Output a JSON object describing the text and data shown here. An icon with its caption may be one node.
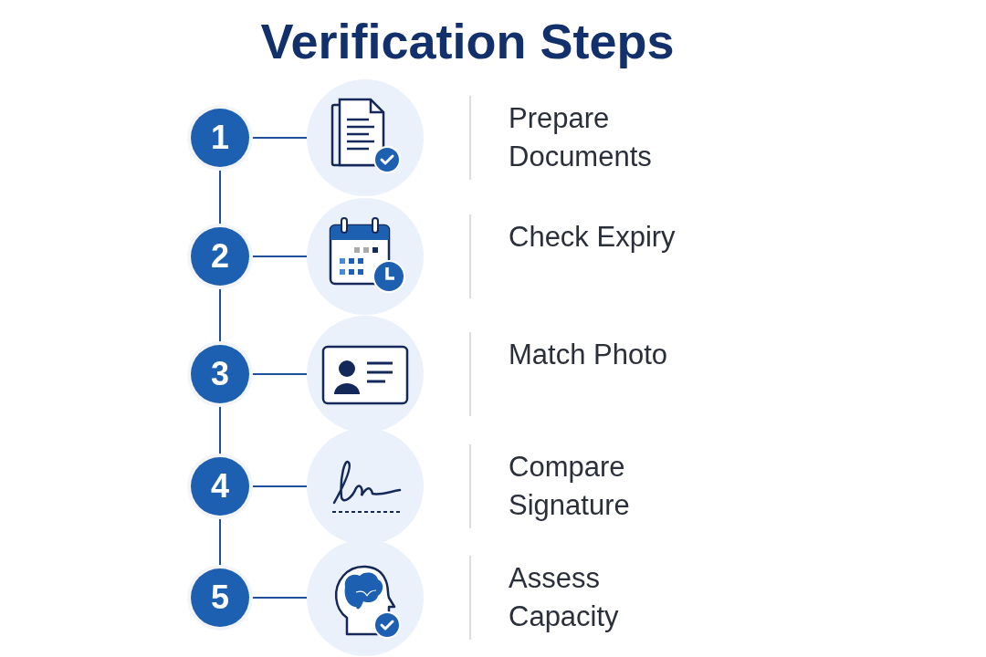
{
  "diagram": {
    "title": "Verification Steps",
    "nodes": [
      {
        "text": [
          "1"
        ]
      },
      {
        "text": [],
        "shape": "circle"
      },
      {
        "text": [
          "2"
        ]
      },
      {
        "text": [],
        "shape": "circle"
      },
      {
        "text": [
          "3"
        ]
      },
      {
        "text": [],
        "shape": "circle"
      },
      {
        "text": [
          "4"
        ]
      },
      {
        "text": [],
        "shape": "circle"
      },
      {
        "text": [
          "5"
        ]
      },
      {
        "text": [],
        "shape": "circle"
      }
    ],
    "edges": [
      {
        "from": 0,
        "to": 1,
        "arrow": "none"
      },
      {
        "from": 0,
        "to": 2,
        "arrow": "none"
      },
      {
        "from": 2,
        "to": 3,
        "arrow": "none"
      },
      {
        "from": 2,
        "to": 4,
        "arrow": "none"
      },
      {
        "from": 4,
        "to": 5,
        "arrow": "none"
      },
      {
        "from": 4,
        "to": 6,
        "arrow": "none"
      },
      {
        "from": 6,
        "to": 7,
        "arrow": "none"
      },
      {
        "from": 6,
        "to": 8,
        "arrow": "none"
      },
      {
        "from": 8,
        "to": 9,
        "arrow": "none"
      }
    ],
    "labels": [
      "Prepare Documents",
      "Check Expiry",
      "Match Photo",
      "Compare Signature",
      "Assess Capacity"
    ]
  }
}
